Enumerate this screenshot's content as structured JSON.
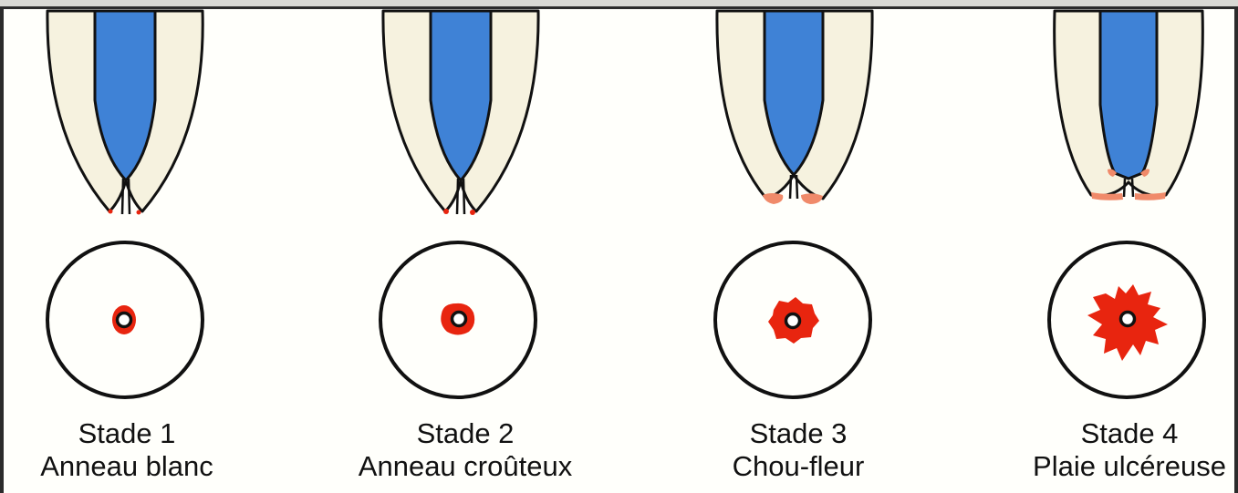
{
  "colors": {
    "canal": "#3f82d6",
    "wall": "#f6f2df",
    "outline": "#111111",
    "lesion": "#e8250f",
    "background": "#fffffb"
  },
  "stages": [
    {
      "title": "Stade 1",
      "subtitle": "Anneau blanc"
    },
    {
      "title": "Stade 2",
      "subtitle": "Anneau croûteux"
    },
    {
      "title": "Stade 3",
      "subtitle": "Chou-fleur"
    },
    {
      "title": "Stade 4",
      "subtitle": "Plaie ulcéreuse"
    }
  ]
}
